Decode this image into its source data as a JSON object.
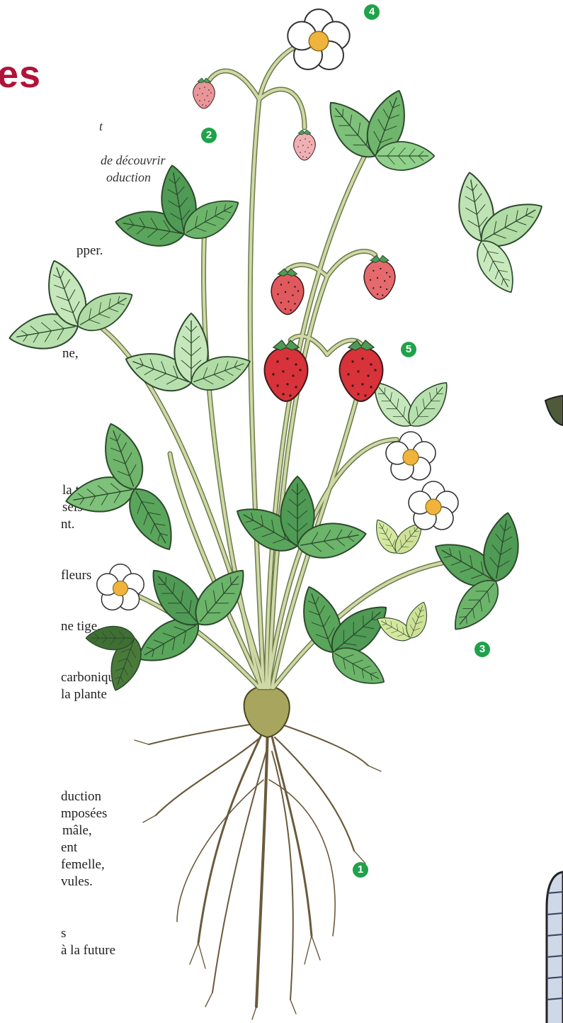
{
  "title_fragment": "es",
  "intro_fragments": [
    "t",
    "de découvrir",
    "oduction"
  ],
  "text_fragments": [
    "pper.",
    "ne,",
    "la terre",
    "sels",
    "nt.",
    "fleurs",
    "ne tige.",
    "carbonique",
    "la plante",
    "duction",
    "mposées",
    "mâle,",
    "ent",
    "femelle,",
    "vules.",
    "s",
    "à la future"
  ],
  "markers": [
    "1",
    "2",
    "3",
    "4",
    "5"
  ],
  "colors": {
    "title": "#b0143a",
    "marker": "#1fa24a",
    "leaf_light": "#8fd08a",
    "leaf_dark": "#4f9a55",
    "stem": "#cfd8a6",
    "strawberry": "#d8323a",
    "strawberry_unripe": "#e9969a",
    "flower_center": "#f0b43c",
    "root": "#6b5a3c"
  },
  "illustration": {
    "subject": "strawberry-plant",
    "parts": [
      "roots",
      "stems",
      "leaves",
      "flowers",
      "strawberries"
    ]
  }
}
